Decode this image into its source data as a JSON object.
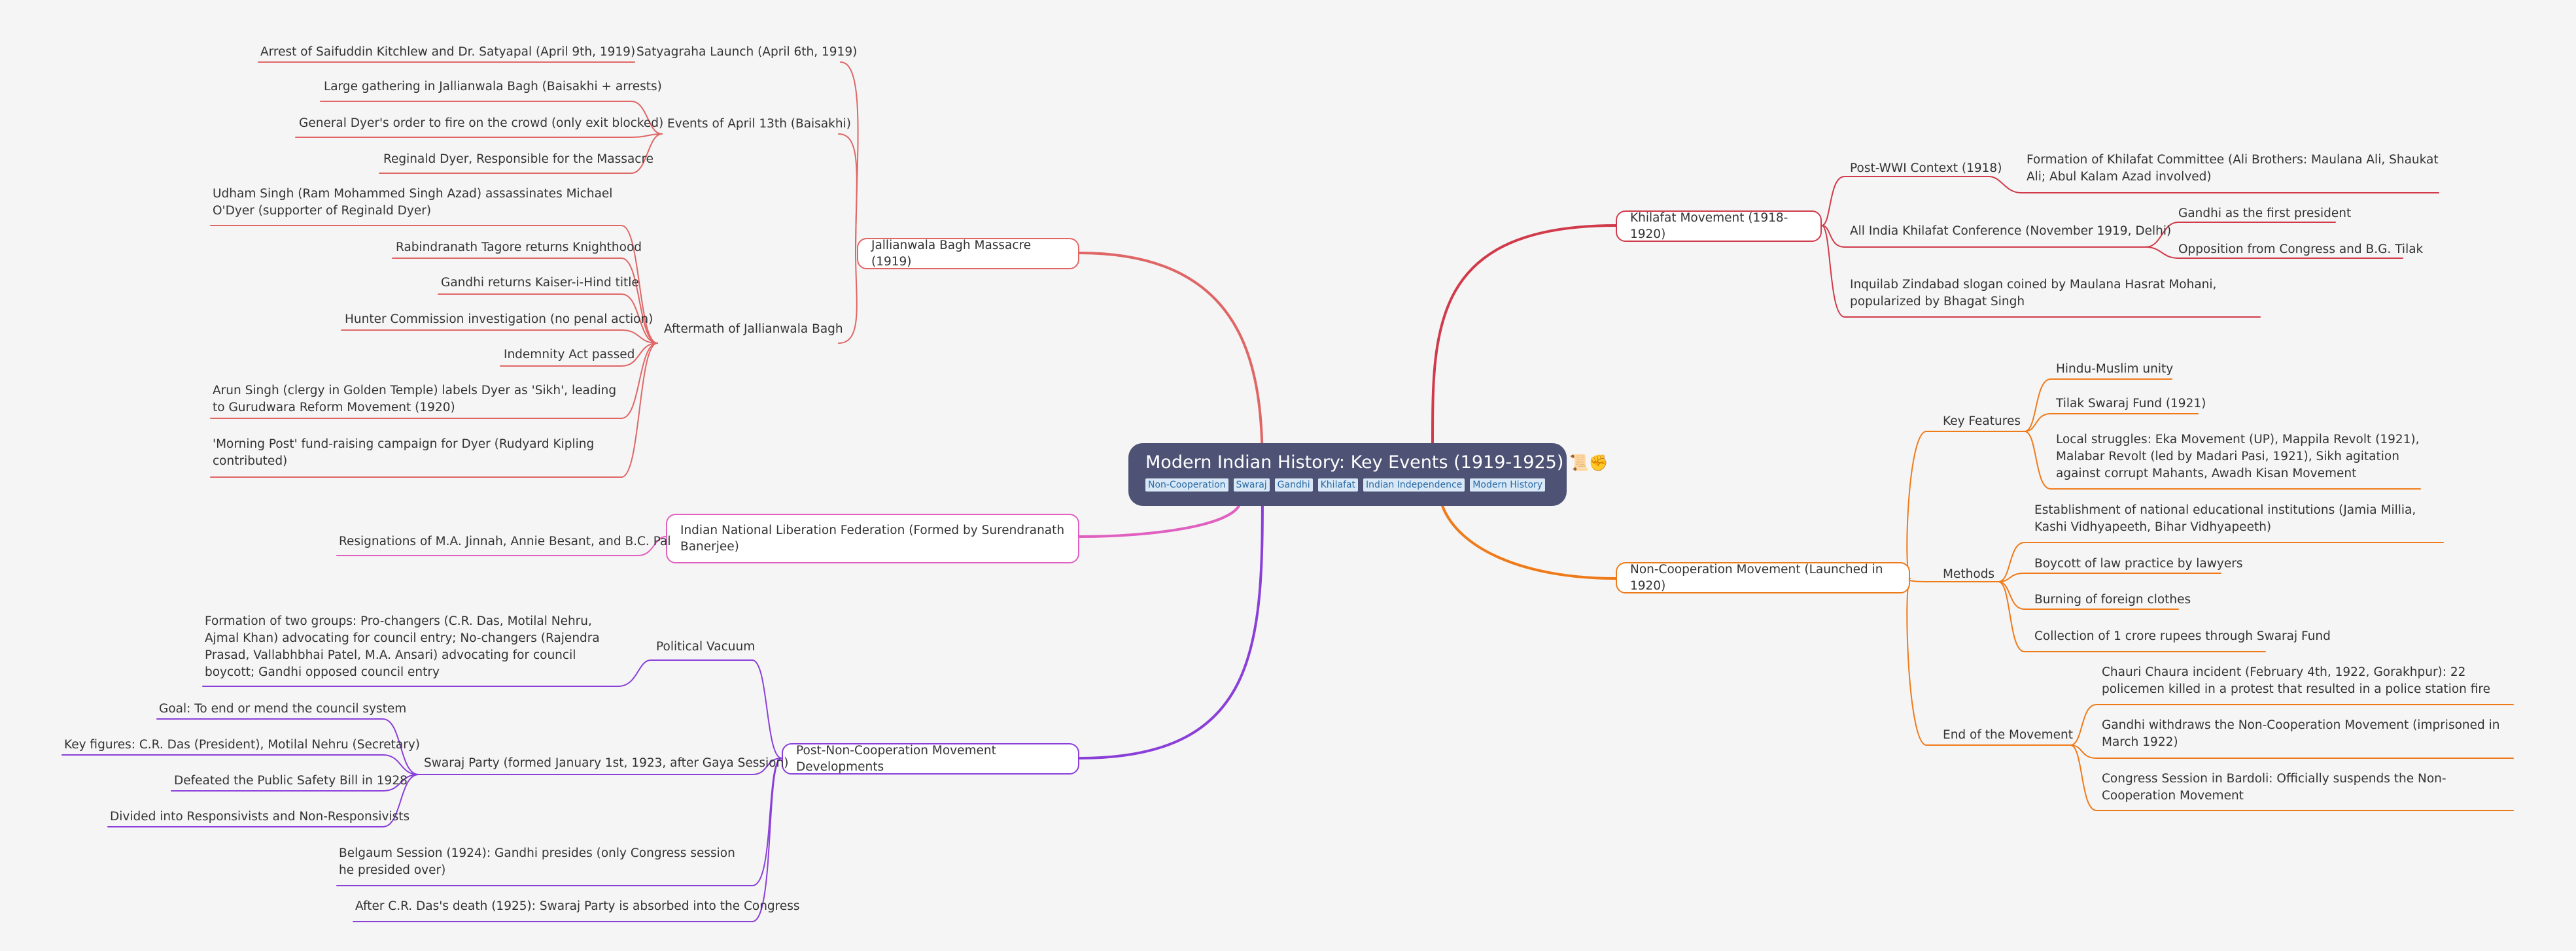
{
  "root": {
    "title": "Modern Indian History: Key Events (1919-1925)",
    "emojis": "📜✊",
    "tags": [
      "Non-Cooperation",
      "Swaraj",
      "Gandhi",
      "Khilafat",
      "Indian Independence",
      "Modern History"
    ]
  },
  "branches": {
    "jallianwala": {
      "label": "Jallianwala Bagh Massacre (1919)",
      "satyagraha": {
        "label": "Satyagraha Launch (April 6th, 1919)",
        "items": [
          "Arrest of Saifuddin Kitchlew and Dr. Satyapal (April 9th, 1919)"
        ]
      },
      "april13": {
        "label": "Events of April 13th (Baisakhi)",
        "items": [
          "Large gathering in Jallianwala Bagh (Baisakhi + arrests)",
          "General Dyer's order to fire on the crowd (only exit blocked)",
          "Reginald Dyer, Responsible for the Massacre"
        ]
      },
      "aftermath": {
        "label": "Aftermath of Jallianwala Bagh",
        "items": [
          "Udham Singh (Ram Mohammed Singh Azad) assassinates Michael O'Dyer (supporter of Reginald Dyer)",
          "Rabindranath Tagore returns Knighthood",
          "Gandhi returns Kaiser-i-Hind title",
          "Hunter Commission investigation (no penal action)",
          "Indemnity Act passed",
          "Arun Singh (clergy in Golden Temple) labels Dyer as 'Sikh', leading to Gurudwara Reform Movement (1920)",
          "'Morning Post' fund-raising campaign for Dyer (Rudyard Kipling contributed)"
        ]
      }
    },
    "inlf": {
      "label": "Indian National Liberation Federation (Formed by Surendranath Banerjee)",
      "items": [
        "Resignations of M.A. Jinnah, Annie Besant, and B.C. Pal"
      ]
    },
    "postnco": {
      "label": "Post-Non-Cooperation Movement Developments",
      "vacuum": {
        "label": "Political Vacuum",
        "items": [
          "Formation of two groups: Pro-changers (C.R. Das, Motilal Nehru, Ajmal Khan) advocating for council entry; No-changers (Rajendra Prasad, Vallabhbhai Patel, M.A. Ansari) advocating for council boycott; Gandhi opposed council entry"
        ]
      },
      "swaraj": {
        "label": "Swaraj Party (formed January 1st, 1923, after Gaya Session)",
        "items": [
          "Goal: To end or mend the council system",
          "Key figures: C.R. Das (President), Motilal Nehru (Secretary)",
          "Defeated the Public Safety Bill in 1928",
          "Divided into Responsivists and Non-Responsivists"
        ]
      },
      "belgaum": "Belgaum Session (1924): Gandhi presides (only Congress session he presided over)",
      "crdas": "After C.R. Das's death (1925): Swaraj Party is absorbed into the Congress"
    },
    "khilafat": {
      "label": "Khilafat Movement (1918-1920)",
      "postwwi": {
        "label": "Post-WWI Context (1918)",
        "items": [
          "Formation of Khilafat Committee (Ali Brothers: Maulana Ali, Shaukat Ali; Abul Kalam Azad involved)"
        ]
      },
      "conference": {
        "label": "All India Khilafat Conference (November 1919, Delhi)",
        "items": [
          "Gandhi as the first president",
          "Opposition from Congress and B.G. Tilak"
        ]
      },
      "inquilab": "Inquilab Zindabad slogan coined by Maulana Hasrat Mohani, popularized by Bhagat Singh"
    },
    "nco": {
      "label": "Non-Cooperation Movement (Launched in 1920)",
      "features": {
        "label": "Key Features",
        "items": [
          "Hindu-Muslim unity",
          "Tilak Swaraj Fund (1921)",
          "Local struggles: Eka Movement (UP), Mappila Revolt (1921), Malabar Revolt (led by Madari Pasi, 1921), Sikh agitation against corrupt Mahants, Awadh Kisan Movement"
        ]
      },
      "methods": {
        "label": "Methods",
        "items": [
          "Establishment of national educational institutions (Jamia Millia, Kashi Vidhyapeeth, Bihar Vidhyapeeth)",
          "Boycott of law practice by lawyers",
          "Burning of foreign clothes",
          "Collection of 1 crore rupees through Swaraj Fund"
        ]
      },
      "end": {
        "label": "End of the Movement",
        "items": [
          "Chauri Chaura incident (February 4th, 1922, Gorakhpur): 22 policemen killed in a protest that resulted in a police station fire",
          "Gandhi withdraws the Non-Cooperation Movement (imprisoned in March 1922)",
          "Congress Session in Bardoli: Officially suspends the Non-Cooperation Movement"
        ]
      }
    }
  },
  "colors": {
    "background": "#f5f5f5",
    "root": "#4e5274",
    "jallianwala": "#e06666",
    "khilafat": "#d03a4a",
    "inlf": "#e060c0",
    "postnco": "#8a3fd8",
    "nco": "#ef7a1a",
    "tagBg": "#d8e8f7",
    "tagText": "#2b6aa3"
  }
}
